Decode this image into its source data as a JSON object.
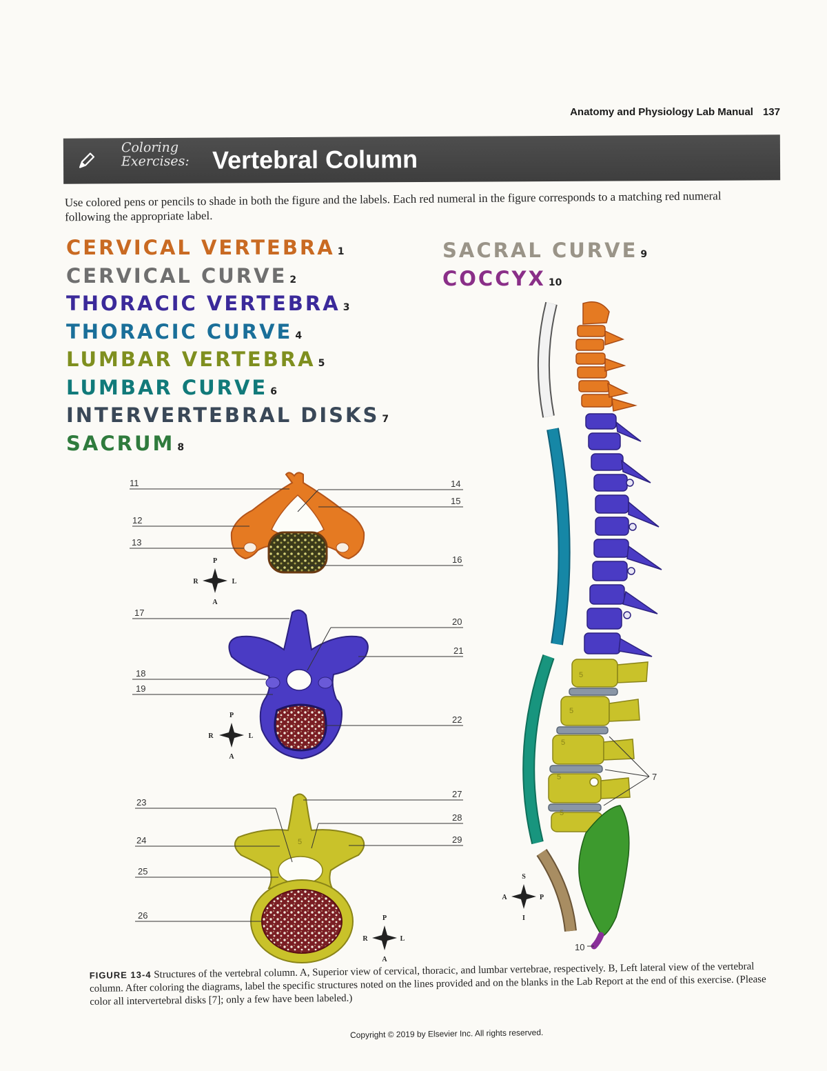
{
  "header": {
    "running_title": "Anatomy and Physiology Lab Manual",
    "page_number": "137"
  },
  "banner": {
    "prefix_line1": "Coloring",
    "prefix_line2": "Exercises:",
    "title": "Vertebral Column",
    "icon": "pencil-icon"
  },
  "instructions": "Use colored pens or pencils to shade in both the figure and the labels. Each red numeral in the figure corresponds to a matching red numeral following the appropriate label.",
  "color_labels": [
    {
      "text": "CERVICAL VERTEBRA",
      "num": "1",
      "color": "#c96a22"
    },
    {
      "text": "CERVICAL CURVE",
      "num": "2",
      "color": "#6f6f6f"
    },
    {
      "text": "THORACIC VERTEBRA",
      "num": "3",
      "color": "#3b2a9a"
    },
    {
      "text": "THORACIC CURVE",
      "num": "4",
      "color": "#1a6f99"
    },
    {
      "text": "LUMBAR VERTEBRA",
      "num": "5",
      "color": "#7f8f1f"
    },
    {
      "text": "LUMBAR CURVE",
      "num": "6",
      "color": "#117a7a"
    },
    {
      "text": "INTERVERTEBRAL DISKS",
      "num": "7",
      "color": "#3a4858"
    },
    {
      "text": "SACRUM",
      "num": "8",
      "color": "#2f7b3d"
    },
    {
      "text": "SACRAL CURVE",
      "num": "9",
      "color": "#9a9488"
    },
    {
      "text": "COCCYX",
      "num": "10",
      "color": "#8a2f88"
    }
  ],
  "diagram_numbers": {
    "cervical": {
      "left": [
        "11",
        "12",
        "13"
      ],
      "right": [
        "14",
        "15",
        "16"
      ]
    },
    "thoracic": {
      "left": [
        "17",
        "18",
        "19"
      ],
      "right": [
        "20",
        "21",
        "22"
      ]
    },
    "lumbar": {
      "left": [
        "23",
        "24",
        "25",
        "26"
      ],
      "right": [
        "27",
        "28",
        "29"
      ]
    },
    "lateral": {
      "disks": "7",
      "coccyx": "10",
      "body_mark": "5"
    }
  },
  "compass": {
    "top": "P",
    "bottom": "A",
    "left": "R",
    "right": "L"
  },
  "compass_lateral": {
    "top": "S",
    "bottom": "I",
    "left": "A",
    "right": "P"
  },
  "caption": {
    "label": "FIGURE 13-4",
    "text": "Structures of the vertebral column. A, Superior view of cervical, thoracic, and lumbar vertebrae, respectively. B, Left lateral view of the vertebral column. After coloring the diagrams, label the specific structures noted on the lines provided and on the blanks in the Lab Report at the end of this exercise. (Please color all intervertebral disks [7]; only a few have been labeled.)"
  },
  "copyright": "Copyright © 2019 by Elsevier Inc. All rights reserved.",
  "colors": {
    "cervical": "#e57a22",
    "thoracic": "#4a3bc4",
    "lumbar": "#c9c22a",
    "sacrum": "#3d9a2e",
    "coccyx": "#8a2f9a",
    "disk": "#8a96a6",
    "body_interior": "#7a1e24",
    "cervical_curve": "#f2f2f2",
    "thoracic_curve": "#1687a6",
    "lumbar_curve": "#18957e",
    "sacral_curve": "#a88d62"
  }
}
